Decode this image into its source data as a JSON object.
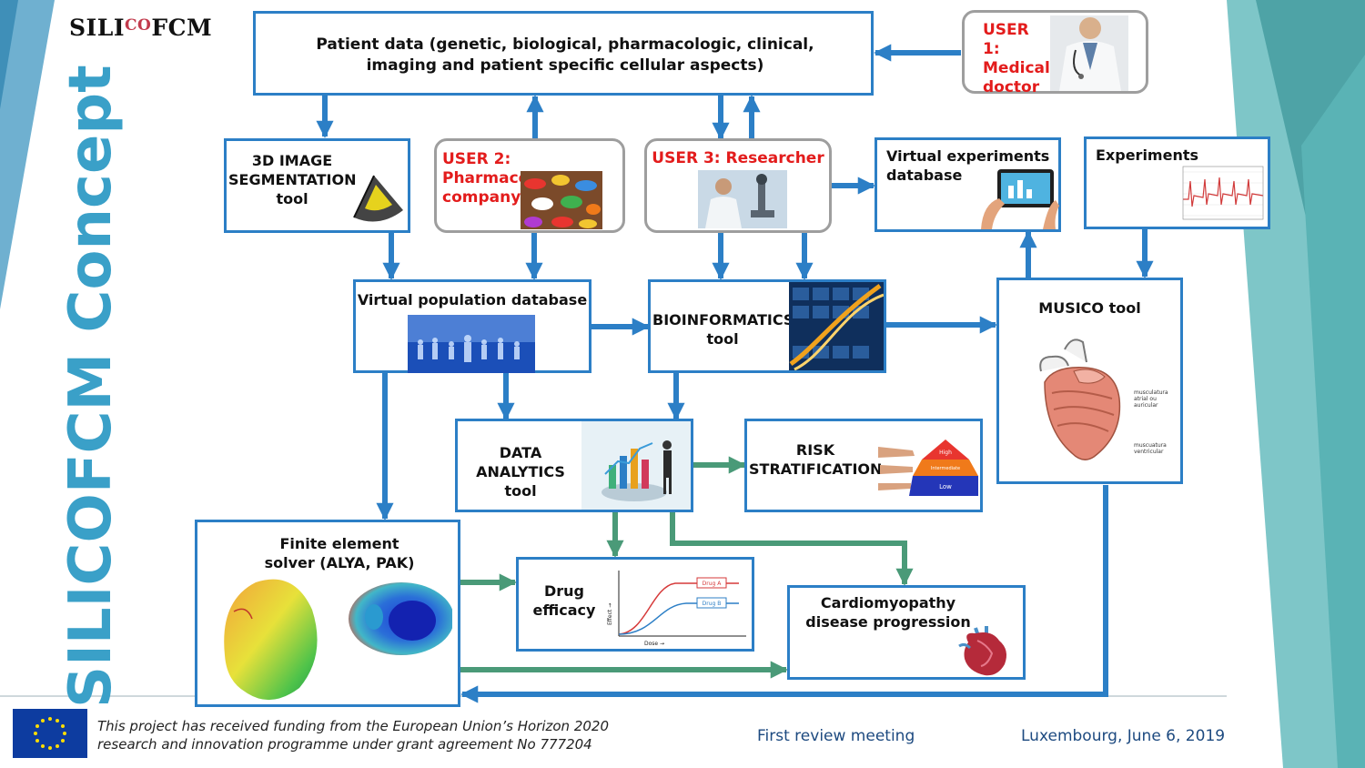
{
  "logo": {
    "pre": "SILI",
    "mid": "CO",
    "post": "FCM"
  },
  "vertical_title": "SILICOFCM Concept",
  "boxes": {
    "patient_data": "Patient data (genetic, biological, pharmacologic, clinical, imaging and patient specific cellular aspects)",
    "user1": "USER 1: Medical doctor",
    "segmentation": "3D IMAGE SEGMENTATION tool",
    "user2": "USER 2: Pharmaceutical company",
    "user3": "USER 3: Researcher",
    "virtual_experiments": "Virtual experiments database",
    "experiments": "Experiments",
    "virtual_population": "Virtual population database",
    "bioinformatics": "BIOINFORMATICS tool",
    "musico": "MUSICO tool",
    "data_analytics": "DATA ANALYTICS tool",
    "risk": "RISK STRATIFICATION",
    "fe_solver": "Finite element solver (ALYA, PAK)",
    "drug": "Drug efficacy",
    "cardio": "Cardiomyopathy disease progression"
  },
  "images": {
    "drug_chart": {
      "legend_a": "Drug A",
      "legend_b": "Drug B",
      "xlabel": "Dose →",
      "ylabel": "Effect →"
    },
    "risk_pyramid": {
      "high": "High",
      "mid": "Intermediate",
      "low": "Low"
    },
    "heart_labels": {
      "atrial": "musculatura atrial ou auricular",
      "ventricular": "muscuatura ventricular"
    }
  },
  "footer": {
    "funding": "This project has received funding from the European Union’s Horizon 2020 research and innovation programme under grant agreement No 777204",
    "meeting": "First review meeting",
    "place_date": "Luxembourg, June 6, 2019"
  },
  "colors": {
    "box_border": "#2c7fc6",
    "arrow_blue": "#2c7fc6",
    "arrow_green": "#4a9a78",
    "user_text": "#e31c1c",
    "title": "#3aa0c8"
  }
}
